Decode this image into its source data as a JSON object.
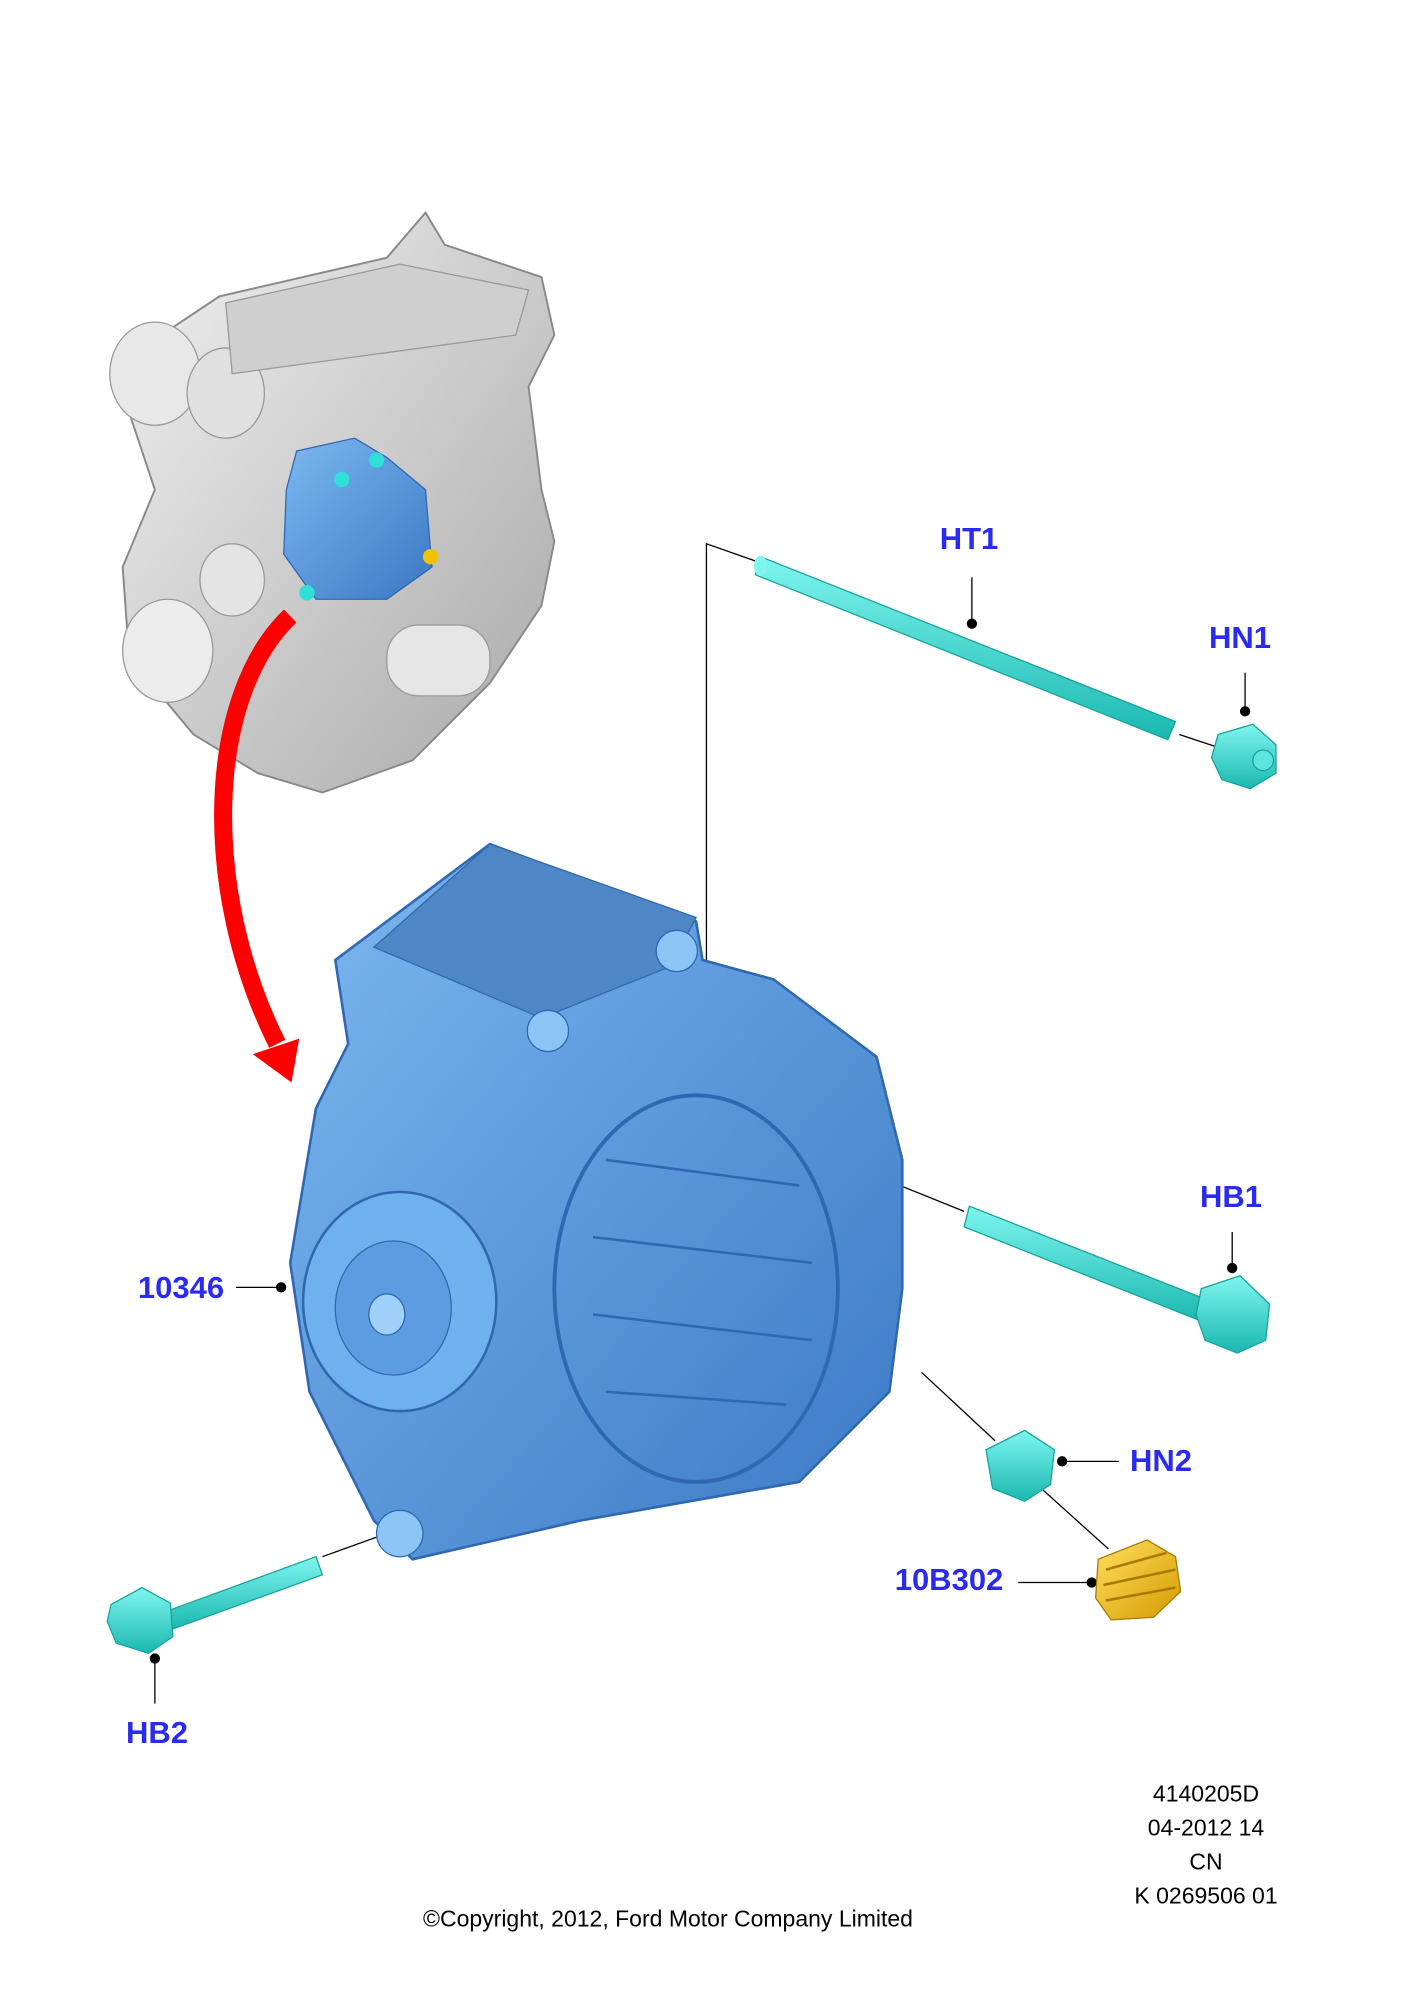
{
  "callouts": {
    "ht1": "HT1",
    "hn1": "HN1",
    "hb1": "HB1",
    "part_10346": "10346",
    "hn2": "HN2",
    "part_10b302": "10B302",
    "hb2": "HB2"
  },
  "info_block": {
    "illustration_id": "4140205D",
    "date_code": "04-2012 14",
    "region": "CN",
    "ref": "K 0269506 01"
  },
  "copyright": "©Copyright, 2012, Ford Motor Company Limited",
  "colors": {
    "callout_text": "#2a2af5",
    "alternator": "#4f8fd8",
    "fasteners": "#2ee0d8",
    "plug": "#f2c100",
    "engine": "#d4d4d4",
    "arrow": "#ff0000"
  }
}
